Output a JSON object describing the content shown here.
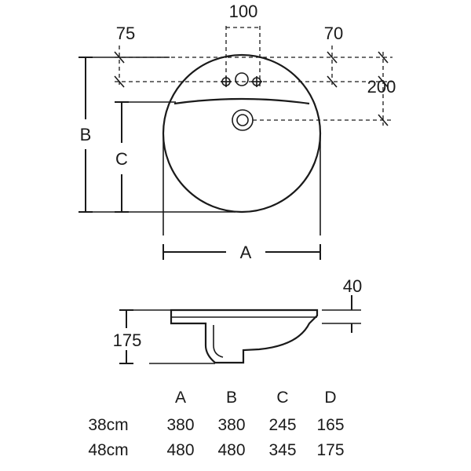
{
  "top_view": {
    "dim_tap_spacing": "100",
    "dim_left_offset": "75",
    "dim_right_offset": "70",
    "dim_depth": "200",
    "label_width": "A",
    "label_overall_depth": "B",
    "label_bowl_depth": "C"
  },
  "side_view": {
    "dim_rim_height": "40",
    "dim_overall_height": "175"
  },
  "size_table": {
    "columns": [
      "A",
      "B",
      "C",
      "D"
    ],
    "rows": [
      {
        "size": "38cm",
        "values": [
          "380",
          "380",
          "245",
          "165"
        ]
      },
      {
        "size": "48cm",
        "values": [
          "480",
          "480",
          "345",
          "175"
        ]
      }
    ]
  }
}
